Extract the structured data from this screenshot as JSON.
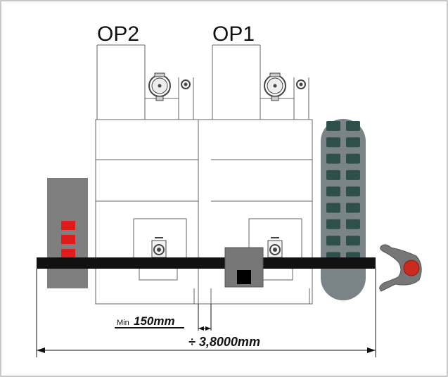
{
  "labels": {
    "op2": "OP2",
    "op1": "OP1",
    "min_prefix": "Min",
    "min_value": "150mm",
    "total_length": "÷ 3,8000mm"
  },
  "indicators": {
    "panel_lights": 3,
    "magazine_rows": 9,
    "magazine_cols": 2
  },
  "colors": {
    "frame_border": "#b5b5b5",
    "machine_line": "#666666",
    "conveyor": "#111111",
    "panel": "#7f7f7f",
    "panel_light": "#e01b1b",
    "carriage": "#777777",
    "magazine_body": "#7a8486",
    "magazine_cell": "#2f4f4a",
    "operator_body": "#777777",
    "operator_head": "#cc2a1e"
  }
}
